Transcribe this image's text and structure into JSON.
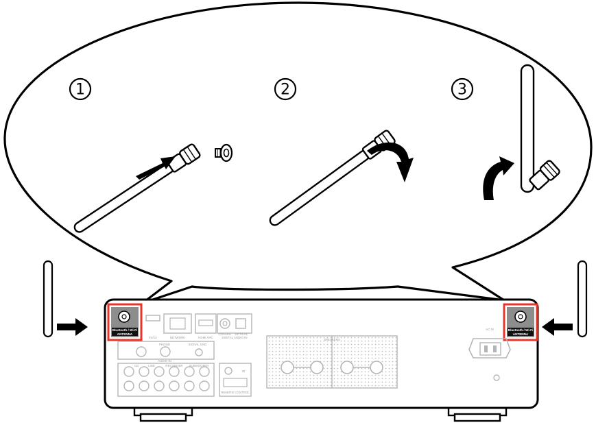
{
  "steps": [
    {
      "number": "1"
    },
    {
      "number": "2"
    },
    {
      "number": "3"
    }
  ],
  "antenna_terminal": {
    "label_line1": "Bluetooth / Wi-Fi",
    "label_line2": "ANTENNA"
  },
  "rear_panel_labels": {
    "usb": "5V/1A",
    "network": "NETWORK",
    "hdmi": "HDMI ARC",
    "coaxial": "COAXIAL",
    "optical": "OPTICAL",
    "digital_in": "DIGITAL AUDIO IN",
    "phono": "PHONO",
    "signal_gnd": "SIGNAL GND",
    "audio_in": "AUDIO IN",
    "cd": "CD",
    "line": "LINE",
    "recorder": "RECORDER",
    "subwoofer": "SUBWOOFER",
    "speakers": "SPEAKERS",
    "ir": "IR",
    "remote_control": "REMOTE CONTROL",
    "ac_in": "AC IN"
  },
  "colors": {
    "highlight": "#e8342a",
    "line": "#000000",
    "panel_gray": "#b5b5b5"
  }
}
